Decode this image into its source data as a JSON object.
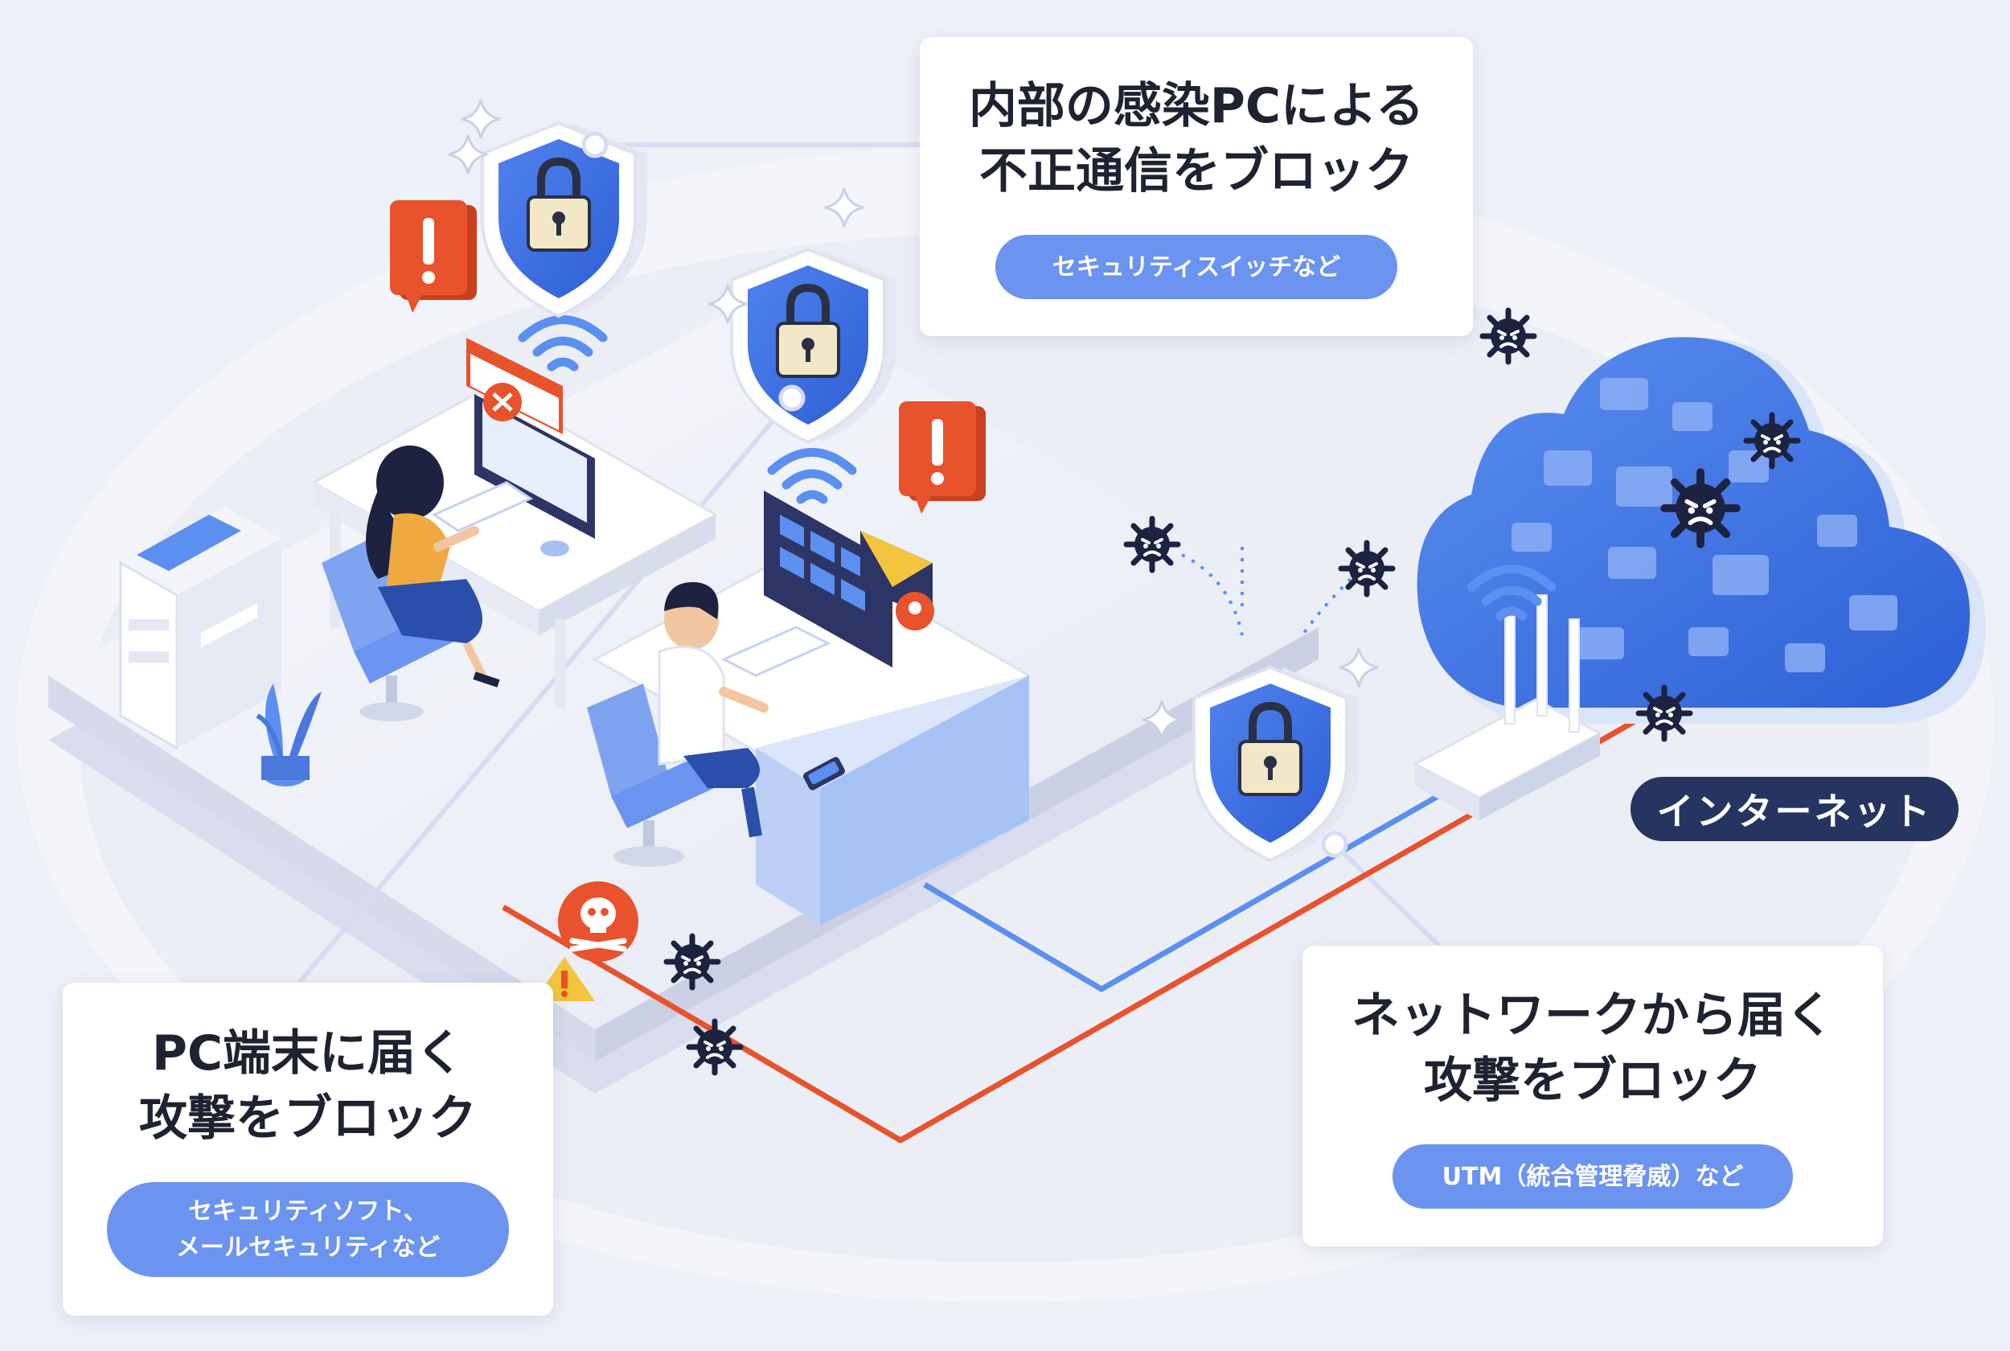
{
  "cards": {
    "top": {
      "title_line1": "内部の感染PCによる",
      "title_line2": "不正通信をブロック",
      "tag": "セキュリティスイッチなど"
    },
    "left": {
      "title_line1": "PC端末に届く",
      "title_line2": "攻撃をブロック",
      "tag_line1": "セキュリティソフト、",
      "tag_line2": "メールセキュリティなど"
    },
    "right": {
      "title_line1": "ネットワークから届く",
      "title_line2": "攻撃をブロック",
      "tag": "UTM（統合管理脅威）など"
    }
  },
  "internet_label": "インターネット",
  "colors": {
    "accent_blue": "#6b93f0",
    "shield_blue": "#3f6fe0",
    "threat_red": "#e8522c",
    "dark_navy": "#263461",
    "virus": "#1c2240"
  },
  "icons": [
    "shield-lock-icon",
    "alert-icon",
    "wifi-icon",
    "virus-icon",
    "skull-icon",
    "cloud-icon",
    "router-icon",
    "mail-icon",
    "warning-icon",
    "sparkle-icon"
  ]
}
